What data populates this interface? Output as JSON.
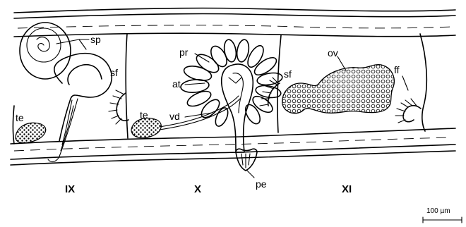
{
  "labels": {
    "sp": "sp",
    "sf_left": "sf",
    "sf_right": "sf",
    "te_left": "te",
    "te_mid": "te",
    "pr": "pr",
    "at": "at",
    "vd": "vd",
    "ov": "ov",
    "ff": "ff",
    "pe": "pe"
  },
  "segments": {
    "ix": "IX",
    "x": "X",
    "xi": "XI"
  },
  "scale_bar": {
    "label": "100 µm"
  }
}
